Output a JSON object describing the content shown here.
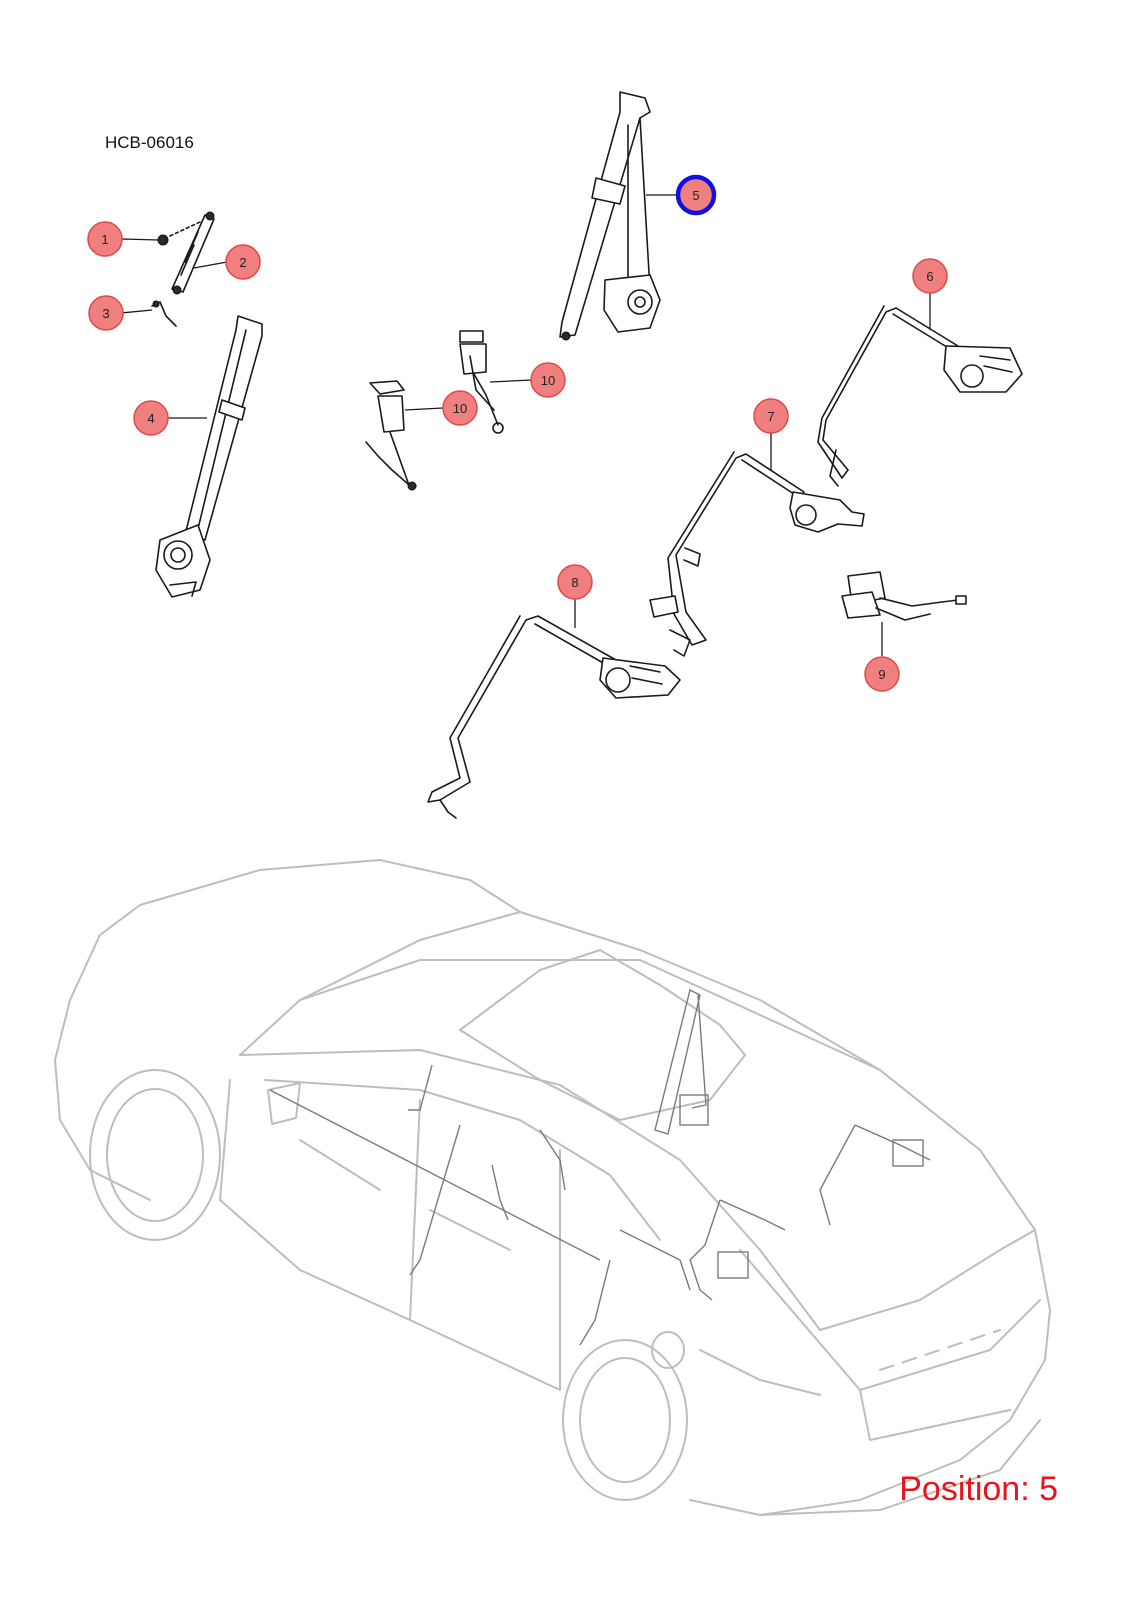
{
  "diagram_code": "HCB-06016",
  "position_text": "Position: 5",
  "selected_callout": "5",
  "colors": {
    "callout_fill": "#f08080",
    "callout_stroke": "#e04848",
    "selected_ring": "#1010e0",
    "position_text": "#e8141b",
    "car_outline": "#bdbdbd"
  },
  "callouts": [
    {
      "label": "1"
    },
    {
      "label": "2"
    },
    {
      "label": "3"
    },
    {
      "label": "4"
    },
    {
      "label": "5"
    },
    {
      "label": "6"
    },
    {
      "label": "7"
    },
    {
      "label": "8"
    },
    {
      "label": "9"
    },
    {
      "label": "10"
    },
    {
      "label": "10"
    }
  ]
}
